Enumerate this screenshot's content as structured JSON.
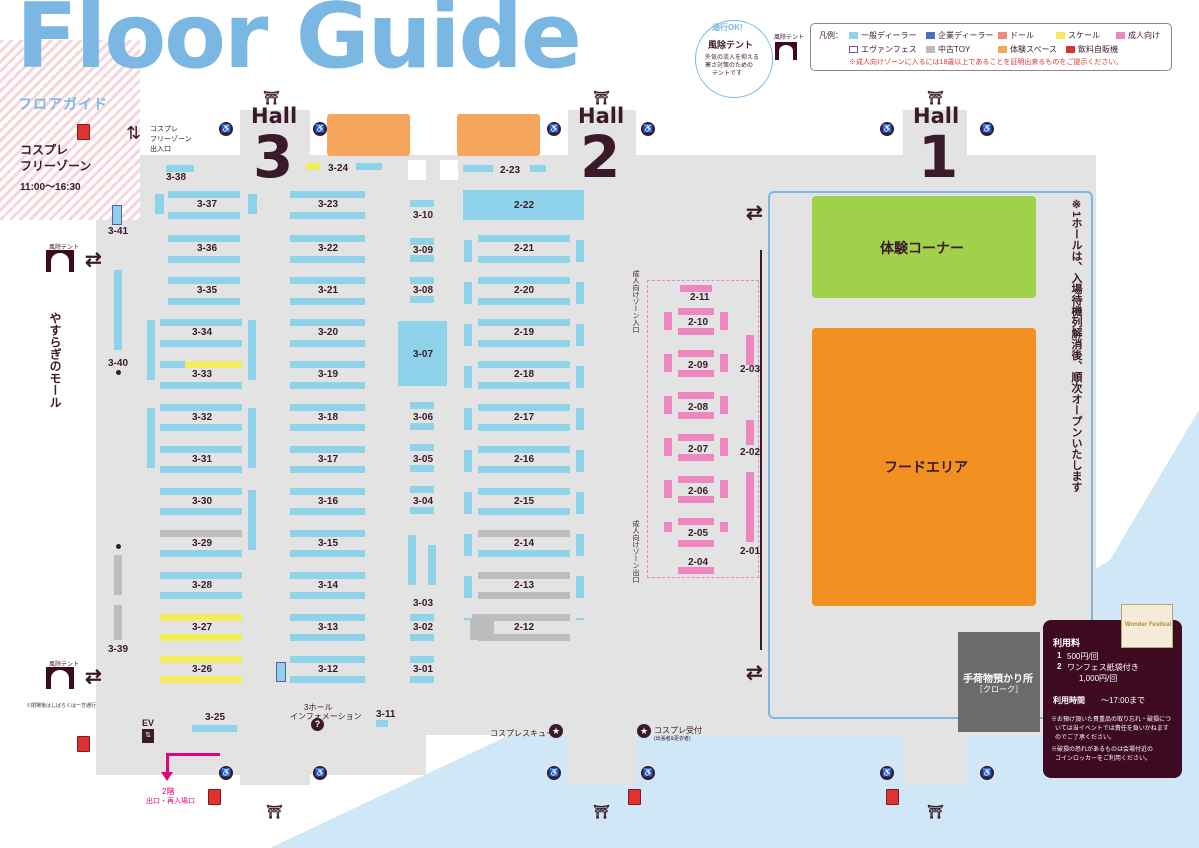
{
  "title": "Floor Guide",
  "subtitle": "フロアガイド",
  "cosplay_zone": {
    "title_line1": "コスプレ",
    "title_line2": "フリーゾーン",
    "hours": "11:00～16:30"
  },
  "cosplay_entrance": {
    "line1": "コスプレ",
    "line2": "フリーゾーン",
    "line3": "出入口"
  },
  "fuujo_tent": {
    "title": "風除テント",
    "badge": "通行OK!",
    "desc1": "外気の流入を抑える",
    "desc2": "寒さ対策のための",
    "desc3": "テントです",
    "legend_label": "風除テント"
  },
  "legend": {
    "prefix": "凡例：",
    "items": [
      {
        "label": "一般ディーラー",
        "color": "#8fd3ea"
      },
      {
        "label": "企業ディーラー",
        "color": "#4b6fc2"
      },
      {
        "label": "ドール",
        "color": "#f08a7a"
      },
      {
        "label": "スケール",
        "color": "#f3ec5b"
      },
      {
        "label": "成人向け",
        "color": "#ee86bf"
      },
      {
        "label": "エヴァンフェス",
        "color": "#ffffff"
      },
      {
        "label": "中古TOY",
        "color": "#bdbdbd"
      },
      {
        "label": "体験スペース",
        "color": "#f6a65c"
      },
      {
        "label": "飲料自販機",
        "color": "#d33333"
      }
    ],
    "warning": "※成人向けゾーンに入るには18歳以上であることを証明出来るものをご提示ください。"
  },
  "halls": [
    {
      "word": "Hall",
      "number": "3"
    },
    {
      "word": "Hall",
      "number": "2"
    },
    {
      "word": "Hall",
      "number": "1"
    }
  ],
  "hall3_blocks": [
    "3-38",
    "3-37",
    "3-36",
    "3-35",
    "3-34",
    "3-33",
    "3-32",
    "3-31",
    "3-30",
    "3-29",
    "3-28",
    "3-27",
    "3-26",
    "3-25",
    "3-24",
    "3-23",
    "3-22",
    "3-21",
    "3-20",
    "3-19",
    "3-18",
    "3-17",
    "3-16",
    "3-15",
    "3-14",
    "3-13",
    "3-12",
    "3-11",
    "3-10",
    "3-09",
    "3-08",
    "3-07",
    "3-06",
    "3-05",
    "3-04",
    "3-03",
    "3-02",
    "3-01",
    "3-41",
    "3-40",
    "3-39"
  ],
  "hall2_blocks": [
    "2-23",
    "2-22",
    "2-21",
    "2-20",
    "2-19",
    "2-18",
    "2-17",
    "2-16",
    "2-15",
    "2-14",
    "2-13",
    "2-12",
    "2-11",
    "2-10",
    "2-09",
    "2-08",
    "2-07",
    "2-06",
    "2-05",
    "2-04",
    "2-03",
    "2-02",
    "2-01"
  ],
  "block_labels": {
    "b3_38": "3-38",
    "b3_37": "3-37",
    "b3_36": "3-36",
    "b3_35": "3-35",
    "b3_34": "3-34",
    "b3_33": "3-33",
    "b3_32": "3-32",
    "b3_31": "3-31",
    "b3_30": "3-30",
    "b3_29": "3-29",
    "b3_28": "3-28",
    "b3_27": "3-27",
    "b3_26": "3-26",
    "b3_25": "3-25",
    "b3_24": "3-24",
    "b3_23": "3-23",
    "b3_22": "3-22",
    "b3_21": "3-21",
    "b3_20": "3-20",
    "b3_19": "3-19",
    "b3_18": "3-18",
    "b3_17": "3-17",
    "b3_16": "3-16",
    "b3_15": "3-15",
    "b3_14": "3-14",
    "b3_13": "3-13",
    "b3_12": "3-12",
    "b3_11": "3-11",
    "b3_10": "3-10",
    "b3_09": "3-09",
    "b3_08": "3-08",
    "b3_07": "3-07",
    "b3_06": "3-06",
    "b3_05": "3-05",
    "b3_04": "3-04",
    "b3_03": "3-03",
    "b3_02": "3-02",
    "b3_01": "3-01",
    "b3_41": "3-41",
    "b3_40": "3-40",
    "b3_39": "3-39",
    "b2_23": "2-23",
    "b2_22": "2-22",
    "b2_21": "2-21",
    "b2_20": "2-20",
    "b2_19": "2-19",
    "b2_18": "2-18",
    "b2_17": "2-17",
    "b2_16": "2-16",
    "b2_15": "2-15",
    "b2_14": "2-14",
    "b2_13": "2-13",
    "b2_12": "2-12",
    "b2_11": "2-11",
    "b2_10": "2-10",
    "b2_09": "2-09",
    "b2_08": "2-08",
    "b2_07": "2-07",
    "b2_06": "2-06",
    "b2_05": "2-05",
    "b2_04": "2-04",
    "b2_03": "2-03",
    "b2_02": "2-02",
    "b2_01": "2-01"
  },
  "areas": {
    "experience": "体験コーナー",
    "food": "フードエリア",
    "cloak_line1": "手荷物預かり所",
    "cloak_line2": "［クローク］",
    "hall1_note": "※1ホールは、入場待機列解消後、順次オープンいたします"
  },
  "yasuragi": "やすらぎのモール",
  "adult_entrance": "成人向けゾーン入口",
  "adult_exit": "成人向けゾーン出口",
  "info": {
    "line1": "3ホール",
    "line2": "インフォメーション"
  },
  "cosplay_queue": "コスプレスキュー",
  "cosplay_reception": {
    "line1": "コスプレ受付",
    "line2": "(出張者&更衣者)"
  },
  "ev": "EV",
  "exit_2f": {
    "line1": "2階",
    "line2": "出口・再入場口"
  },
  "tent_label": "風除テント",
  "tent_note": "※閉場後はしばらくは一方通行",
  "cloak_panel": {
    "fee_title": "利用料",
    "fee1": "500円/回",
    "fee2": "ワンフェス紙袋付き",
    "fee2b": "1,000円/回",
    "hours_title": "利用時間",
    "hours": "～17:00まで",
    "note1": "※お預け頂いた貴重品の取り忘れ・破損につ",
    "note2": "いては当イベントでは責任を負いかねます",
    "note3": "のでご了承ください。",
    "note4": "※破損の恐れがあるものは会場付近の",
    "note5": "コインロッカーをご利用ください。",
    "bag_brand": "Wonder Festival",
    "num1": "1",
    "num2": "2"
  },
  "colors": {
    "blue": "#8fd3ea",
    "pink": "#ee86bf",
    "title": "#7ab8e3",
    "dark": "#3a1a2a"
  }
}
